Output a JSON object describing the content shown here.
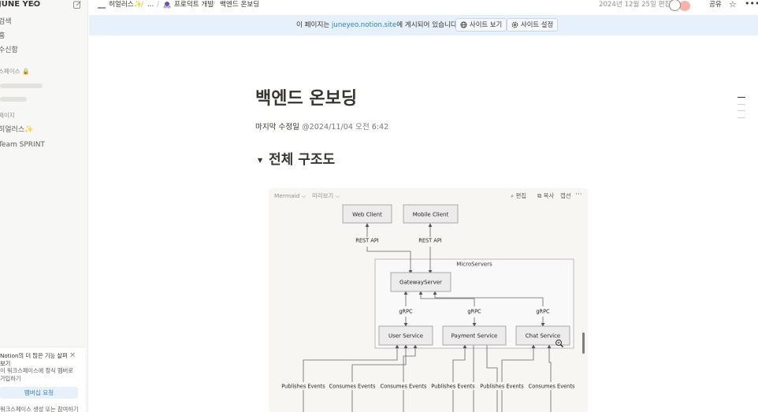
{
  "sidebar": {
    "workspace_name": "JUNE YEO",
    "items": [
      "검색",
      "홈",
      "수신함"
    ],
    "section_teamspace": "스페이스",
    "section_private": "페이지",
    "pages": [
      "히얼러스✨",
      "Team SPRINT"
    ],
    "promo": {
      "title": "Notion의 더 많은 기능 살펴보기",
      "desc": "이 워크스페이스에 정식 멤버로 가입하기",
      "button": "멤버십 요청",
      "footer": "워크스페이스 생성 또는 참여하기"
    }
  },
  "topbar": {
    "breadcrumbs": [
      "히얼러스✨",
      "...",
      "프로덕트 개발",
      "백엔드 온보딩"
    ],
    "edited": "2024년 12월 25일 편집",
    "share": "공유"
  },
  "banner": {
    "text_before": "이 페이지는 ",
    "site": "juneyeo.notion.site",
    "text_after": "에 게시되어 있습니다.",
    "view_site": "사이트 보기",
    "site_settings": "사이트 설정"
  },
  "page": {
    "title": "백엔드 온보딩",
    "last_edited_label": "마지막 수정일",
    "last_edited_value": "@2024/11/04 오전 6:42",
    "heading": "전체 구조도"
  },
  "code_block": {
    "language": "Mermaid",
    "view_mode": "미리보기",
    "edit": "편집",
    "copy": "복사",
    "caption": "캡션"
  },
  "diagram": {
    "web_client": "Web Client",
    "mobile_client": "Mobile Client",
    "rest_api_1": "REST API",
    "rest_api_2": "REST API",
    "microservers": "MicroServers",
    "gateway": "GatewayServer",
    "grpc_1": "gRPC",
    "grpc_2": "gRPC",
    "grpc_3": "gRPC",
    "user_service": "User Service",
    "payment_service": "Payment Service",
    "chat_service": "Chat Service",
    "events": [
      "Publishes Events",
      "Consumes Events",
      "Consumes Events",
      "Publishes Events",
      "Publishes Events",
      "Consumes Events"
    ]
  },
  "colors": {
    "accent": "#2383e2",
    "banner_bg": "#e7f1fb",
    "sidebar_bg": "#f7f7f5",
    "node_fill": "#ececec",
    "node_stroke": "#999999"
  }
}
